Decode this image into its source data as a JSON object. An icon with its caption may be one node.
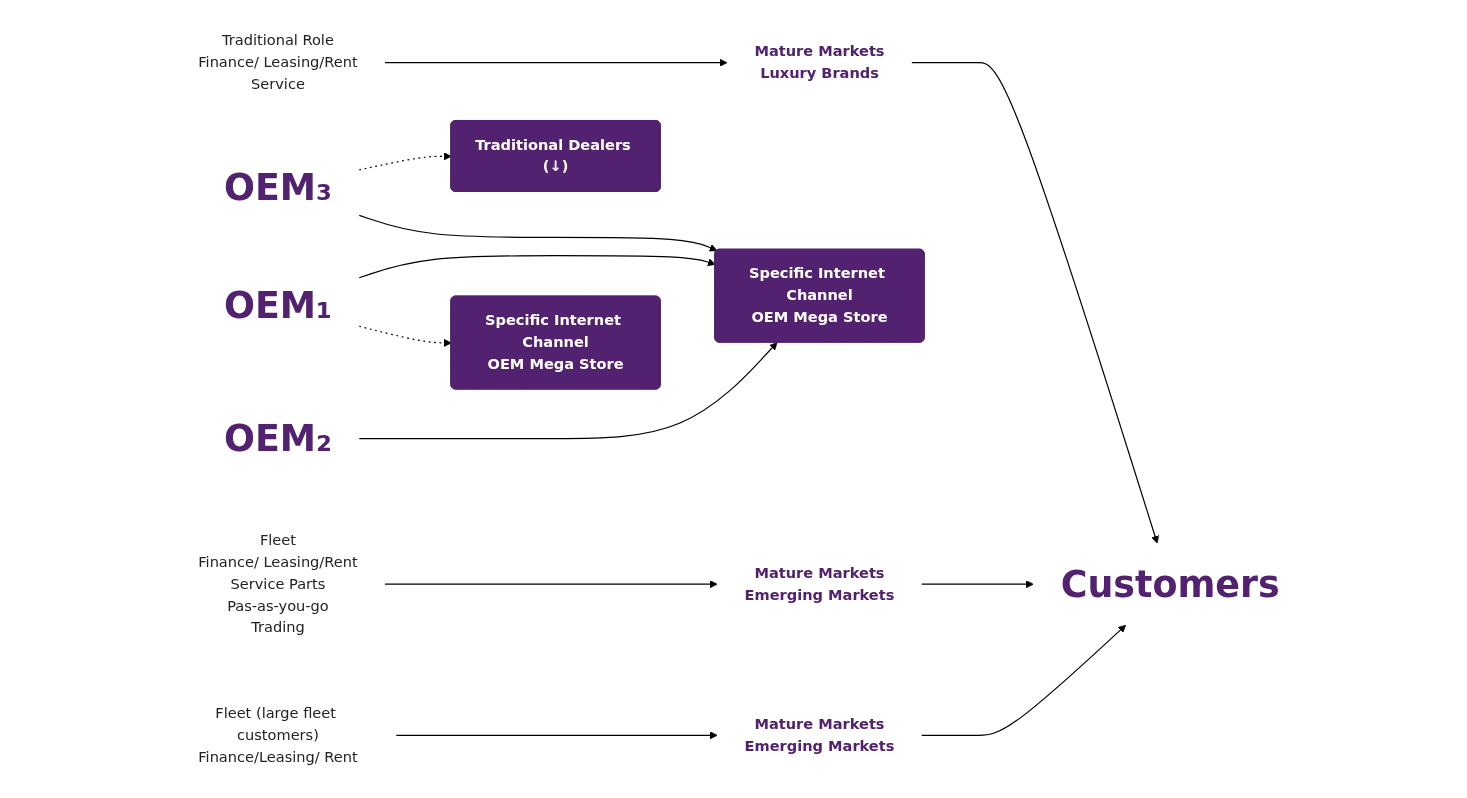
{
  "diagram": {
    "nodes": [
      {
        "text": [
          "OEM₁"
        ]
      },
      {
        "text": [
          "Specific Internet Channel",
          "OEM Mega Store"
        ]
      },
      {
        "text": [
          "Fleet (large fleet customers)",
          "Finance/Leasing/ Rent"
        ]
      },
      {
        "text": [
          "Mature Markets",
          "Emerging Markets"
        ]
      },
      {
        "text": [
          "OEM₂"
        ]
      },
      {
        "text": [
          "Specific Internet Channel",
          "OEM Mega Store"
        ]
      },
      {
        "text": [
          "Fleet",
          "Finance/ Leasing/Rent",
          "Service Parts",
          "Pas-as-you-go",
          "Trading"
        ]
      },
      {
        "text": [
          "Mature Markets",
          "Emerging Markets"
        ]
      },
      {
        "text": [
          "Customers"
        ]
      },
      {
        "text": [
          "OEM₃"
        ]
      },
      {
        "text": [
          "Traditional Dealers (↓)"
        ]
      },
      {
        "text": [
          "Traditional Role",
          "Finance/ Leasing/Rent",
          "Service"
        ]
      },
      {
        "text": [
          "Mature Markets",
          "Luxury Brands"
        ]
      }
    ],
    "edges": [
      {
        "from": 0,
        "to": 1,
        "arrow": "to",
        "style": "dashed"
      },
      {
        "from": 0,
        "to": 5,
        "arrow": "to"
      },
      {
        "from": 4,
        "to": 5,
        "arrow": "to"
      },
      {
        "from": 9,
        "to": 5,
        "arrow": "to"
      },
      {
        "from": 9,
        "to": 10,
        "arrow": "to",
        "style": "dashed"
      },
      {
        "from": 2,
        "to": 3,
        "arrow": "to"
      },
      {
        "from": 6,
        "to": 7,
        "arrow": "to"
      },
      {
        "from": 11,
        "to": 12,
        "arrow": "to"
      },
      {
        "from": 3,
        "to": 8,
        "arrow": "to"
      },
      {
        "from": 7,
        "to": 8,
        "arrow": "to"
      },
      {
        "from": 12,
        "to": 8,
        "arrow": "to"
      }
    ]
  }
}
